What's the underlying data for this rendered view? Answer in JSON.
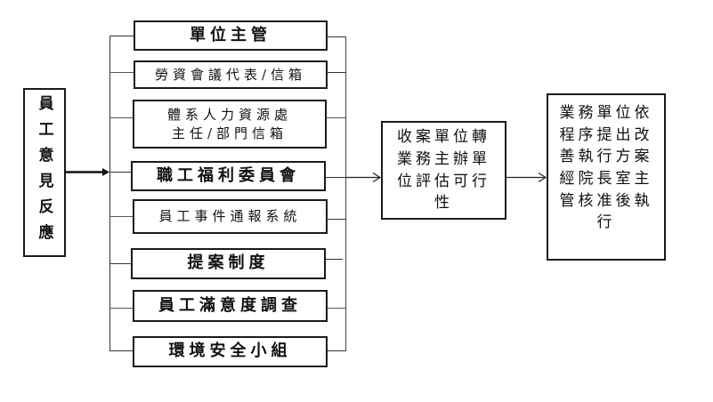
{
  "source": {
    "label": "員工意見反應"
  },
  "channels": [
    {
      "label": "單位主管"
    },
    {
      "label": "勞資會議代表/信箱"
    },
    {
      "label": "體系人力資源處\n主任/部門信箱"
    },
    {
      "label": "職工福利委員會"
    },
    {
      "label": "員工事件通報系統"
    },
    {
      "label": "提案制度"
    },
    {
      "label": "員工滿意度調查"
    },
    {
      "label": "環境安全小組"
    }
  ],
  "evaluate": {
    "label": "收案單位轉業務主辦單位評估可行性"
  },
  "execute": {
    "label": "業務單位依程序提出改善執行方案經院長室主管核准後執行"
  }
}
